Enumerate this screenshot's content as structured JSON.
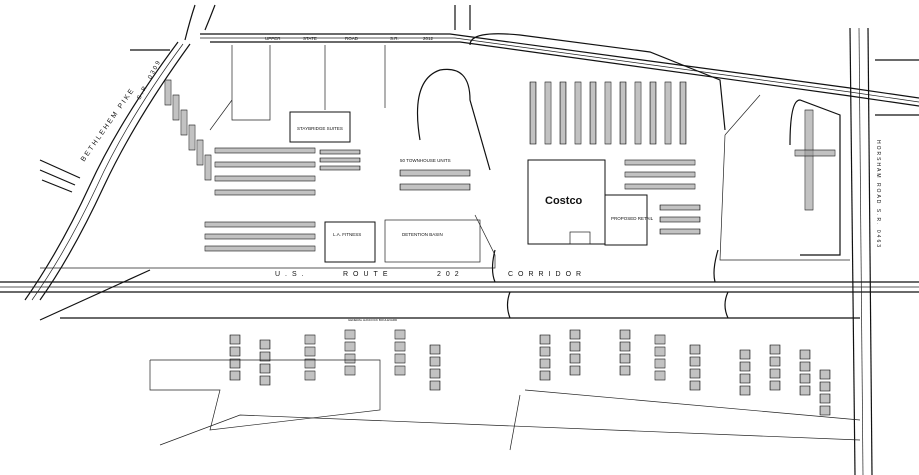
{
  "roads": {
    "upper_state": [
      "UPPER",
      "STATE",
      "ROAD",
      "S.R.",
      "2012"
    ],
    "bethlehem_pike": "BETHLEHEM PIKE",
    "bethlehem_sr": "S.R. 0309",
    "route_202": [
      "U.S.",
      "ROUTE",
      "202",
      "CORRIDOR"
    ],
    "horsham": "HORSHAM ROAD S.R. 0463",
    "general_hancock": "GENERAL HANCOCK BOULEVARD"
  },
  "buildings": {
    "costco": "Costco",
    "proposed_retail": "PROPOSED RETAIL",
    "staybridge": "STAYBRIDGE SUITES",
    "townhouses": "50 TOWNHOUSE UNITS",
    "la_fitness": "L.A. FITNESS",
    "detention_basin": "DETENTION BASIN"
  },
  "colors": {
    "line": "#111111",
    "background": "#ffffff"
  }
}
